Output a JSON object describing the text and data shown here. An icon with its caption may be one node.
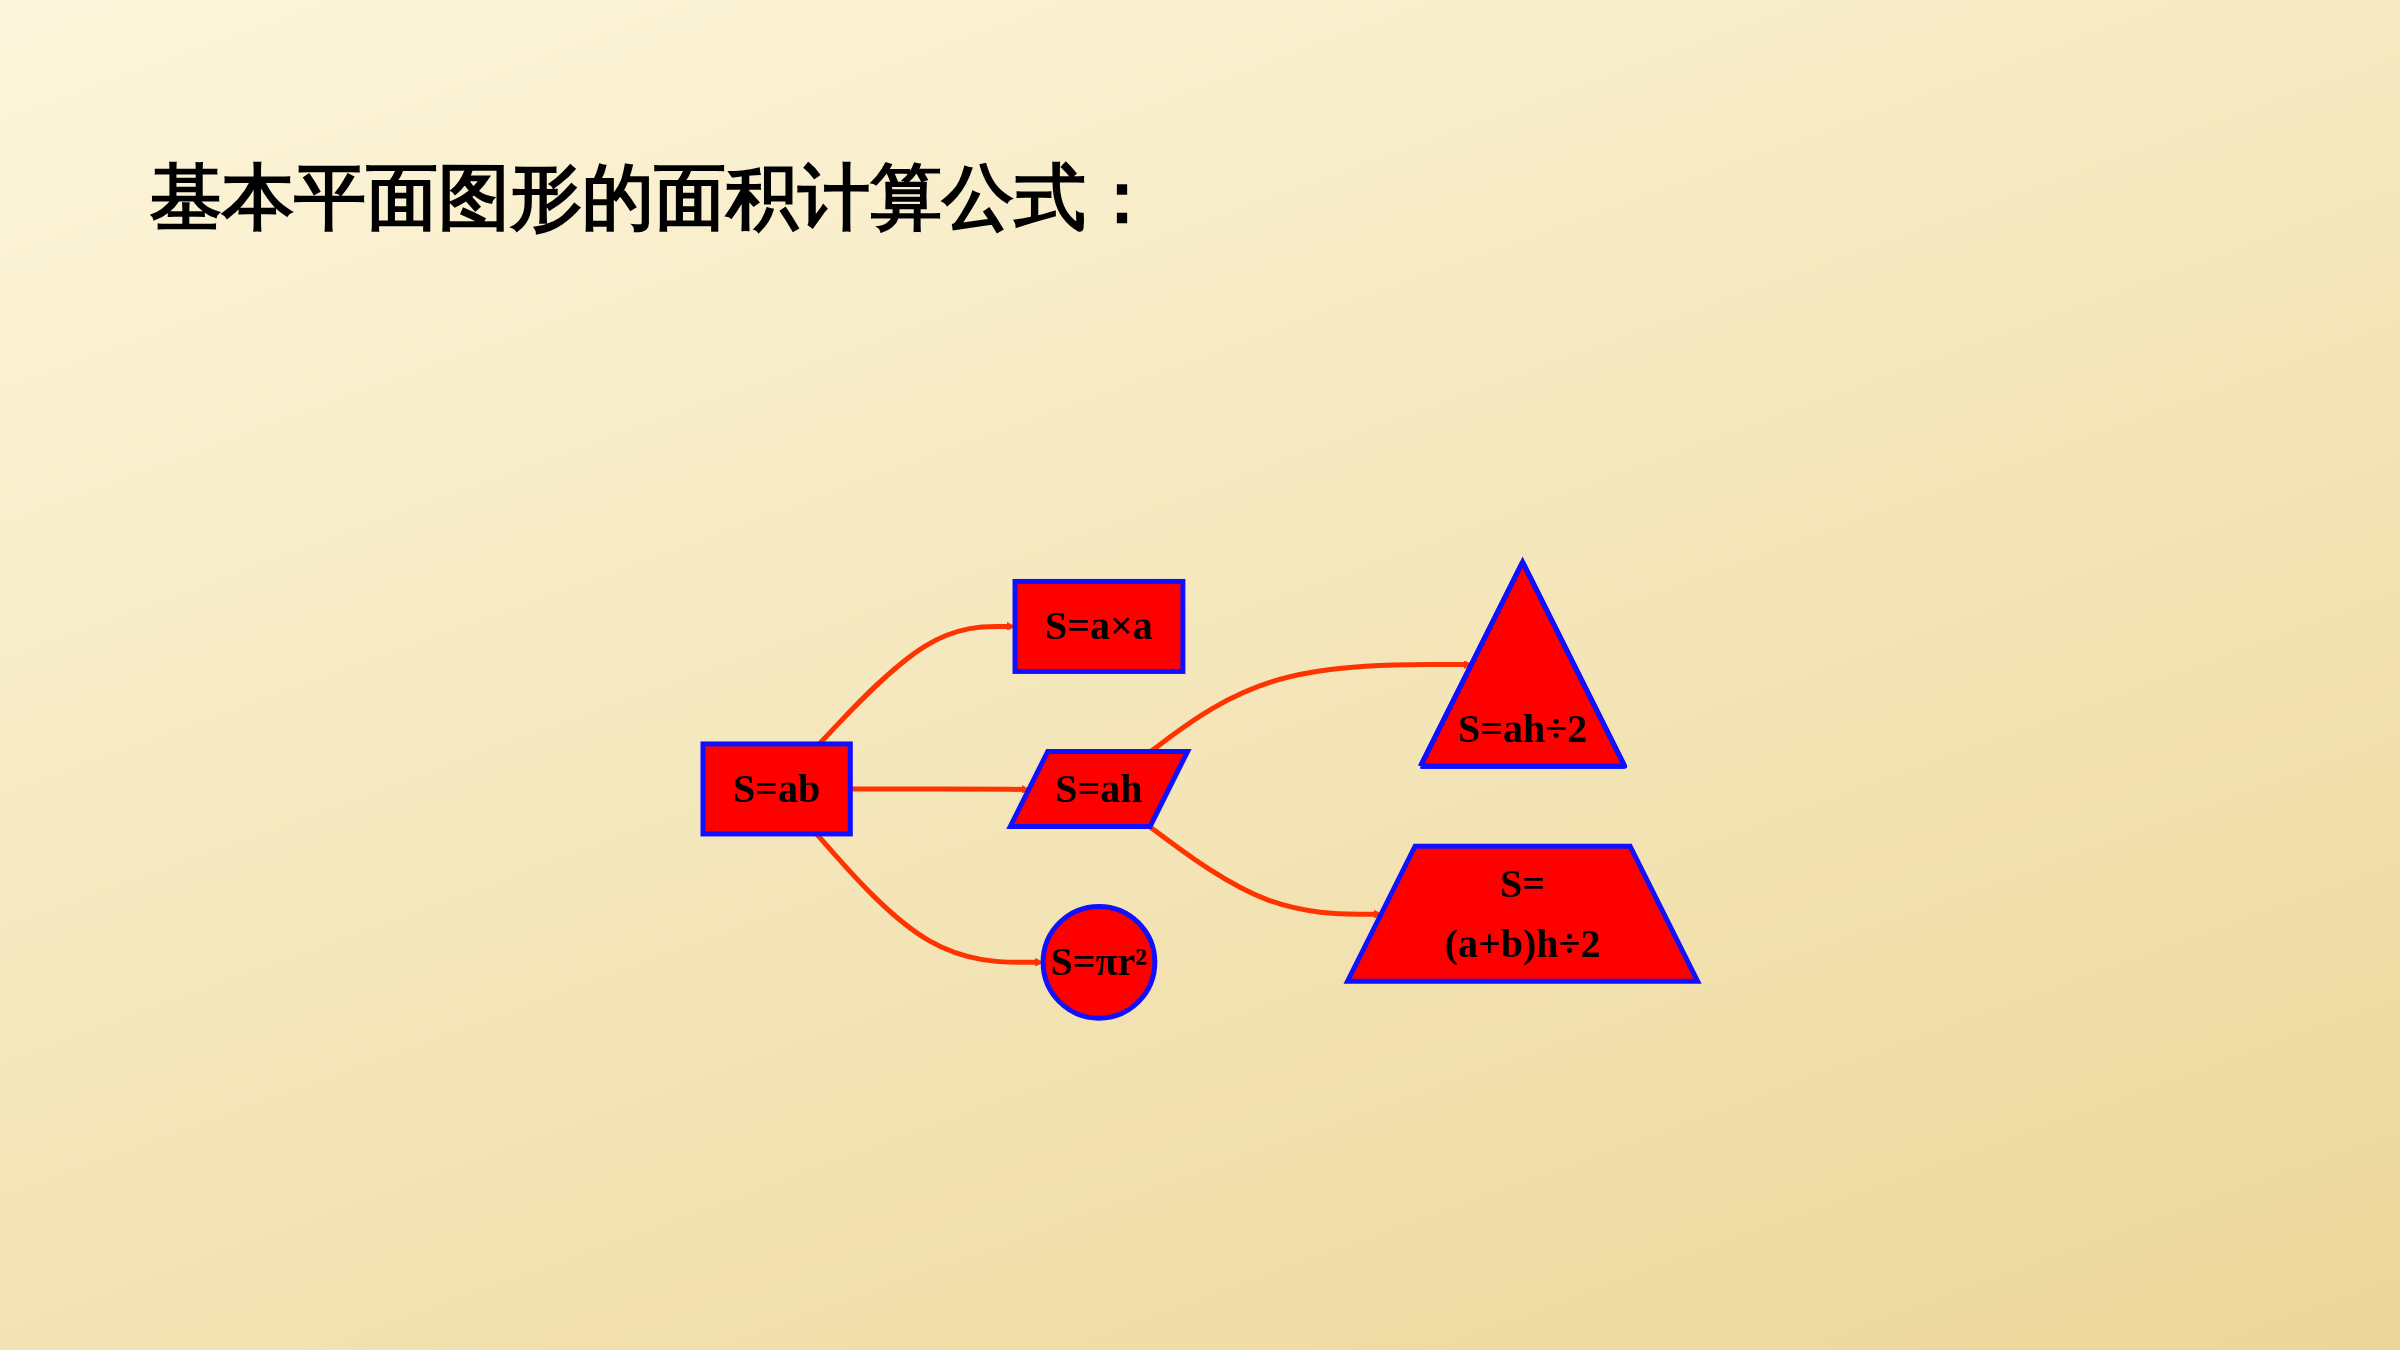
{
  "diagram": {
    "title": "基本平面图形的面积计算公式：",
    "nodes": [
      {
        "text": [
          "S=ab"
        ]
      },
      {
        "text": [
          "S=a×a"
        ]
      },
      {
        "text": [
          "S=ah"
        ]
      },
      {
        "text": [
          "S=πr²"
        ]
      },
      {
        "text": [
          "S=ah÷2"
        ]
      },
      {
        "text": [
          "S=(a+b)h÷2"
        ]
      }
    ],
    "edges": [
      {
        "from": 0,
        "to": 1,
        "arrow": "to"
      },
      {
        "from": 0,
        "to": 2,
        "arrow": "to"
      },
      {
        "from": 0,
        "to": 3,
        "arrow": "to"
      },
      {
        "from": 2,
        "to": 4,
        "arrow": "to"
      },
      {
        "from": 2,
        "to": 5,
        "arrow": "to"
      }
    ]
  }
}
